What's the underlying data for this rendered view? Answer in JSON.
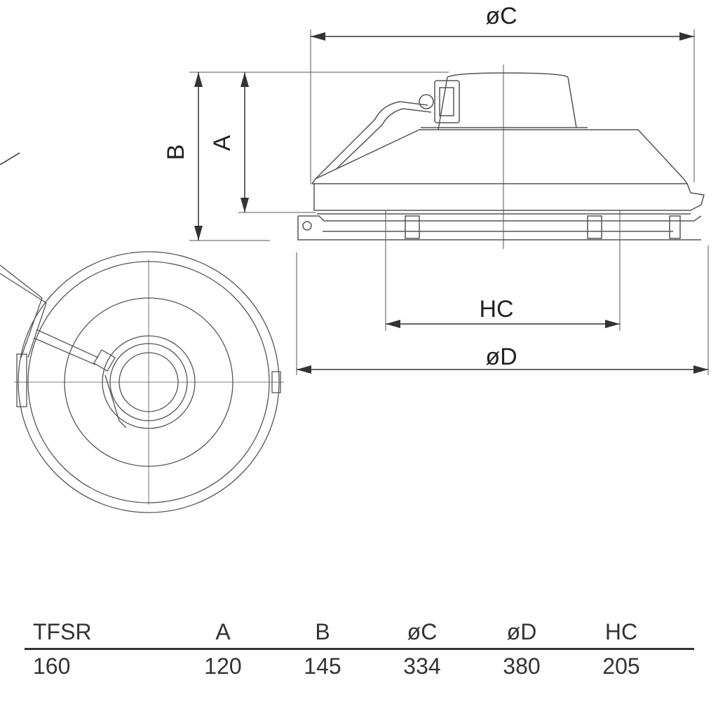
{
  "dimension_labels": {
    "oc": "øC",
    "b": "B",
    "a": "A",
    "hc": "HC",
    "od": "øD"
  },
  "table": {
    "headers": [
      "TFSR",
      "A",
      "B",
      "øC",
      "øD",
      "HC"
    ],
    "rows": [
      [
        "160",
        "120",
        "145",
        "334",
        "380",
        "205"
      ]
    ]
  }
}
